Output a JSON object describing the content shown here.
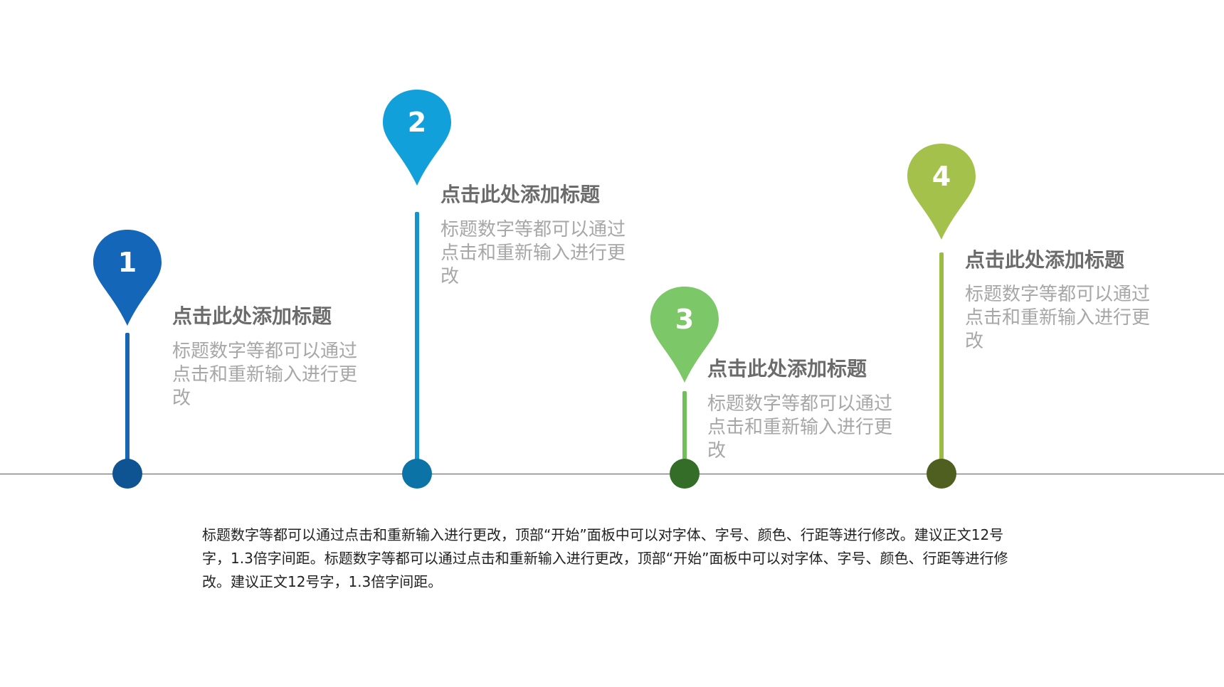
{
  "steps": [
    {
      "number": "1",
      "title": "点击此处添加标题",
      "description": "标题数字等都可以通过点击和重新输入进行更改",
      "pin_color": "#1466b8",
      "stem_color": "#1666b2",
      "dot_color": "#0e5392"
    },
    {
      "number": "2",
      "title": "点击此处添加标题",
      "description": "标题数字等都可以通过点击和重新输入进行更改",
      "pin_color": "#12a0da",
      "stem_color": "#1394cf",
      "dot_color": "#0c73a6"
    },
    {
      "number": "3",
      "title": "点击此处添加标题",
      "description": "标题数字等都可以通过点击和重新输入进行更改",
      "pin_color": "#7cc767",
      "stem_color": "#71bf5a",
      "dot_color": "#336d27"
    },
    {
      "number": "4",
      "title": "点击此处添加标题",
      "description": "标题数字等都可以通过点击和重新输入进行更改",
      "pin_color": "#a4c24b",
      "stem_color": "#9bbb44",
      "dot_color": "#4e5f1f"
    }
  ],
  "body_text": "标题数字等都可以通过点击和重新输入进行更改，顶部“开始”面板中可以对字体、字号、颜色、行距等进行修改。建议正文12号字，1.3倍字间距。标题数字等都可以通过点击和重新输入进行更改，顶部“开始”面板中可以对字体、字号、颜色、行距等进行修改。建议正文12号字，1.3倍字间距。",
  "colors": {
    "title_text": "#6b6b6b",
    "description_text": "#a7a7a7",
    "body_text": "#222222",
    "baseline": "#5a5a5a"
  }
}
